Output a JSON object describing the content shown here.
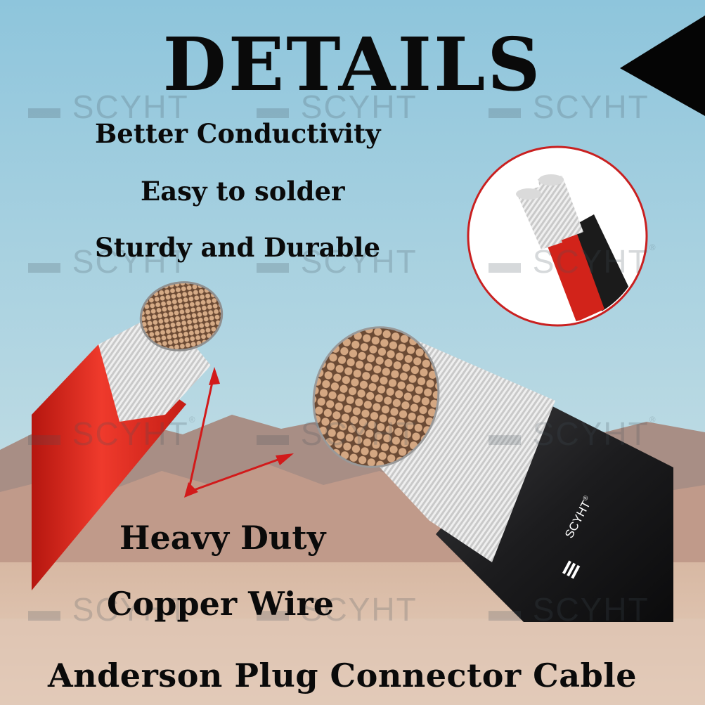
{
  "title": "DETAILS",
  "features_top": [
    "Better Conductivity",
    "Easy to solder",
    "Sturdy and Durable"
  ],
  "features_bottom": [
    "Heavy Duty",
    "Copper Wire"
  ],
  "footer": "Anderson Plug Connector Cable",
  "watermark": "SCYHT",
  "brand_on_cable": "SCYHT",
  "registered_mark": "®",
  "colors": {
    "sky_top": "#8fc7de",
    "sky_bottom": "#c3dde4",
    "red_cable": "#e1251b",
    "black_cable": "#1d1d1f",
    "copper": "#c99a74",
    "text": "#0a0a0a"
  },
  "icons": [
    "brand-logo-icon",
    "arrow-icon",
    "triangle-pointer-icon"
  ]
}
